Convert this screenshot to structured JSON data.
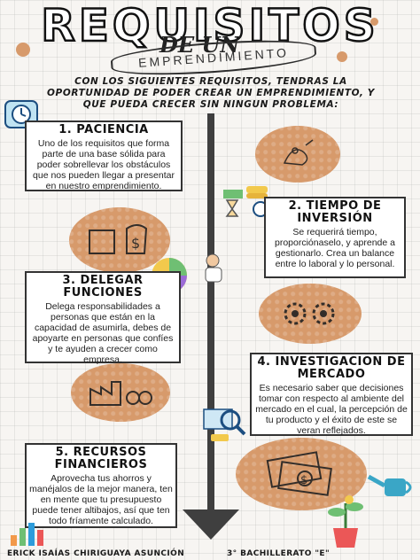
{
  "header": {
    "title": "REQUISITOS",
    "de": "DE UN",
    "banner": "EMPRENDIMIENTO"
  },
  "intro": "CON LOS SIGUIENTES REQUISITOS, TENDRAS LA OPORTUNIDAD DE PODER CREAR UN EMPRENDIMIENTO, Y QUE PUEDA CRECER SIN NINGUN PROBLEMA:",
  "steps": [
    {
      "title": "1. PACIENCIA",
      "text": "Uno de los requisitos que forma parte de una base sólida para poder sobrellevar los obstáculos que nos pueden llegar a presentar en nuestro emprendimiento."
    },
    {
      "title": "2. TIEMPO DE INVERSIÓN",
      "text": "Se requerirá tiempo, proporciónaselo, y aprende a gestionarlo. Crea un balance entre lo laboral y lo personal."
    },
    {
      "title": "3. DELEGAR FUNCIONES",
      "text": "Delega responsabilidades a personas que están en la capacidad de asumirla, debes de apoyarte en personas que confíes y te ayuden a crecer como empresa."
    },
    {
      "title": "4. INVESTIGACION DE MERCADO",
      "text": "Es necesario saber que decisiones tomar con respecto al ambiente del mercado en el cual, la percepción de tu producto y el éxito de este se veran reflejados."
    },
    {
      "title": "5. RECURSOS FINANCIEROS",
      "text": "Aprovecha tus ahorros y manéjalos de la mejor manera, ten en mente que tu presupuesto puede tener altibajos, así que ten todo fríamente calculado."
    }
  ],
  "footer": {
    "author": "ERICK ISAÍAS CHIRIGUAYA ASUNCIÓN",
    "course": "3° BACHILLERATO \"E\""
  },
  "colors": {
    "accent": "#d79a6b",
    "line": "#3f3f3f"
  },
  "icons": [
    "clock-icon",
    "pharmacy-doodle-icon",
    "hourglass-money-icon",
    "pie-chart-icon",
    "money-bag-icon",
    "gears-icon",
    "factory-icon",
    "magnifier-icon",
    "cash-icon",
    "bar-chart-icon",
    "watering-can-icon",
    "plant-icon"
  ]
}
